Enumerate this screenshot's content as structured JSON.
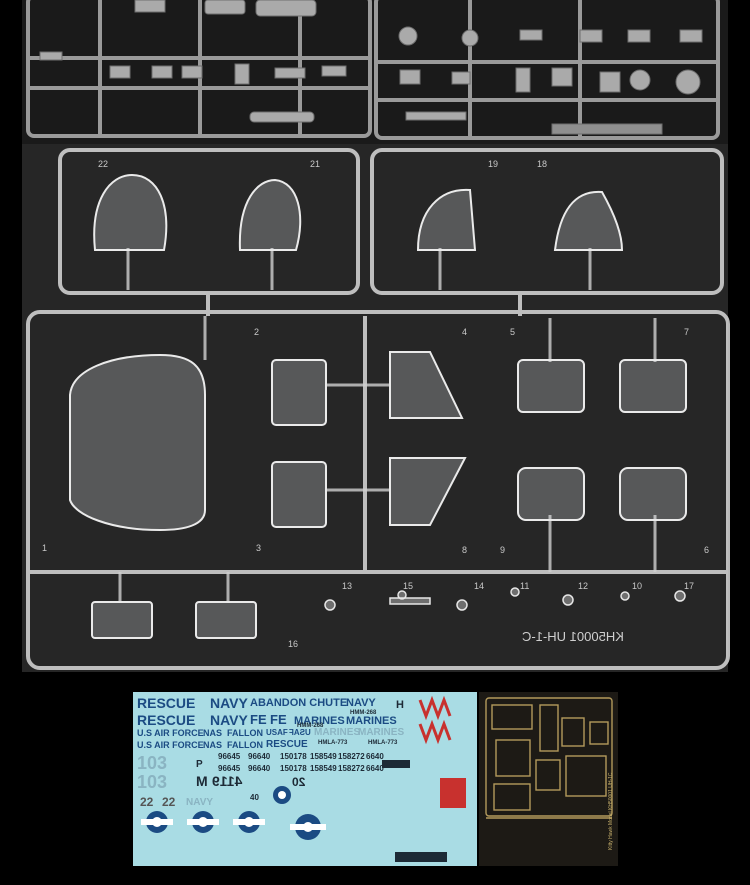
{
  "sprue_codes": {
    "grey_sprue": "",
    "clear_sprue": "KH50001 UH-1-C"
  },
  "clear_part_numbers": [
    "22",
    "21",
    "19",
    "18",
    "2",
    "4",
    "5",
    "7",
    "1",
    "3",
    "8",
    "9",
    "6",
    "13",
    "15",
    "14",
    "11",
    "12",
    "10",
    "17",
    "16"
  ],
  "decal_texts": {
    "row1": [
      "RESCUE",
      "NAVY",
      "ABANDON CHUTE",
      "NAVY"
    ],
    "row2": [
      "RESCUE",
      "NAVY",
      "FE",
      "FE",
      "MARINES",
      "MARINES"
    ],
    "row3": [
      "U.S AIR FORCE",
      "NAS",
      "FALLON",
      "USAF",
      "USAF",
      "MARINES",
      "MARINES"
    ],
    "row4": [
      "U.S AIR FORCE",
      "NAS",
      "FALLON",
      "RESCUE"
    ],
    "units": [
      "HMM-268",
      "HMM-268",
      "HMLA-773",
      "HMLA-773"
    ],
    "serials": [
      "96645",
      "96640",
      "150178",
      "158549",
      "158272",
      "6640",
      "96645",
      "96640",
      "150178",
      "158549",
      "158272",
      "6640"
    ],
    "codes": [
      "103",
      "103",
      "4119",
      "M",
      "22",
      "22",
      "NAVY",
      "20",
      "40",
      "P",
      "H"
    ]
  },
  "colors": {
    "decal_background": "#a9dce4",
    "decal_blue": "#1b4b83",
    "decal_red": "#c8312e",
    "etch_brass": "#b39a5c"
  },
  "etch_texts": {
    "label": "Kitty Hawk Model KH50001 UH-1C"
  }
}
